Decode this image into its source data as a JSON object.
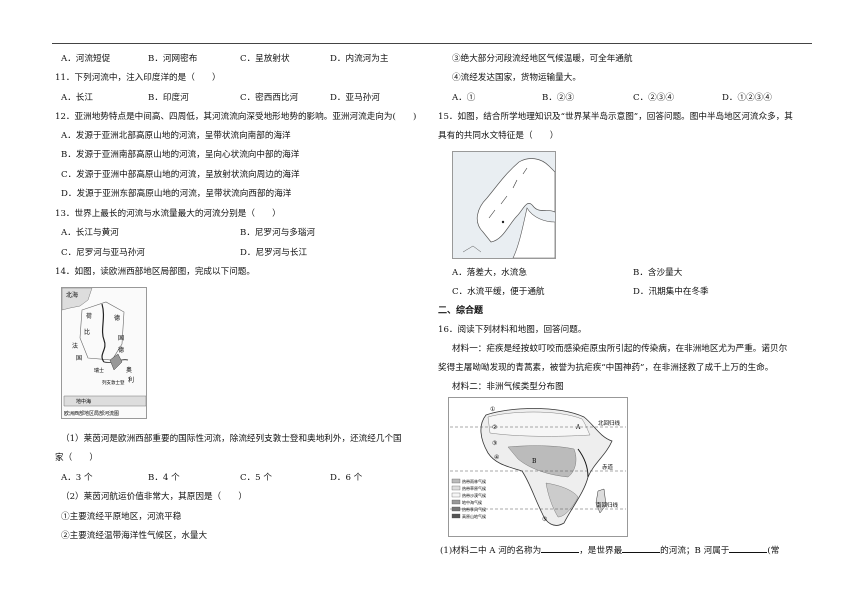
{
  "q10": {
    "opts": [
      "A．河流短促",
      "B．河网密布",
      "C．呈放射状",
      "D．内流河为主"
    ]
  },
  "q11": {
    "stem": "11．下列河流中，注入印度洋的是（　　）",
    "opts": [
      "A．长江",
      "B．印度河",
      "C．密西西比河",
      "D．亚马孙河"
    ]
  },
  "q12": {
    "stem": "12．亚洲地势特点是中间高、四周低，其河流流向深受地形地势的影响。亚洲河流走向为(　　)",
    "opts": [
      "A．发源于亚洲北部高原山地的河流，呈带状流向南部的海洋",
      "B．发源于亚洲南部高原山地的河流，呈向心状流向中部的海洋",
      "C．发源于亚洲中部高原山地的河流，呈放射状流向周边的海洋",
      "D．发源于亚洲东部高原山地的河流，呈带状流向西部的海洋"
    ]
  },
  "q13": {
    "stem": "13．世界上最长的河流与水流量最大的河流分别是（　　）",
    "opts": [
      "A．长江与黄河",
      "B．尼罗河与多瑙河",
      "C．尼罗河与亚马孙河",
      "D．尼罗河与长江"
    ]
  },
  "q14": {
    "stem": "14．如图，读欧洲西部地区局部图，完成以下问题。",
    "map_labels": [
      "北海",
      "德",
      "国",
      "荷",
      "比",
      "法",
      "瑞士",
      "奥",
      "地中海",
      "利",
      "列支敦士登",
      "国",
      "德"
    ],
    "map_caption": "欧洲西部地区局部河流图",
    "sub1_l1": "（1）莱茵河是欧洲西部重要的国际性河流，除流经列支敦士登和奥地利外，还流经几个国",
    "sub1_l2": "家（　　）",
    "sub1_opts": [
      "A．3 个",
      "B．4 个",
      "C．5 个",
      "D．6 个"
    ],
    "sub2": "（2）莱茵河航运价值非常大，其原因是（　　）",
    "s1": "①主要流经平原地区，河流平稳",
    "s2": "②主要流经温带海洋性气候区，水量大",
    "s3": "③绝大部分河段流经地区气候温暖，可全年通航",
    "s4": "④流经发达国家，货物运输量大。",
    "sub2_opts": [
      "A．①",
      "B．②③",
      "C．②③④",
      "D．①②③④"
    ]
  },
  "q15": {
    "stem_l1": "15．如图，结合所学地理知识及“世界某半岛示意图”，回答问题。图中半岛地区河流众多，其",
    "stem_l2": "具有的共同水文特征是（　　）",
    "opts": [
      "A．落差大，水流急",
      "B．含沙量大",
      "C．水流平缓，便于通航",
      "D．汛期集中在冬季"
    ]
  },
  "section2": "二、综合题",
  "q16": {
    "stem": "16．阅读下列材料和地图，回答问题。",
    "m1_l1": "材料一：疟疾是经按蚊叮咬而感染疟原虫所引起的传染病，在非洲地区尤为严重。诺贝尔",
    "m1_l2": "奖得主屠呦呦发现的青蒿素，被誉为抗疟疾“中国神药”，在非洲拯救了成千上万的生命。",
    "m2": "材料二：非洲气候类型分布图",
    "map_labels": [
      "北回归线",
      "赤道",
      "南回归线",
      "A",
      "B",
      "①",
      "②",
      "③",
      "④",
      "⑤"
    ],
    "legend": [
      "热带雨林气候",
      "热带草原气候",
      "热带沙漠气候",
      "地中海气候",
      "热带季风气候",
      "高原山地气候"
    ],
    "sub1_a": "(1)材料二中 A 河的名称为",
    "sub1_b": "，是世界最",
    "sub1_c": "的河流；B 河属于",
    "sub1_d": "(常"
  }
}
